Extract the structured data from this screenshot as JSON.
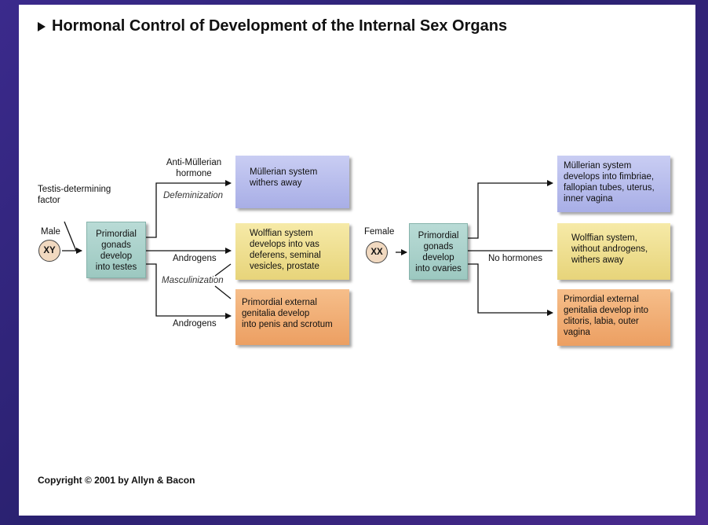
{
  "title": "Hormonal Control of Development of the Internal Sex Organs",
  "copyright": "Copyright © 2001 by Allyn & Bacon",
  "male": {
    "label": "Male",
    "chromosomes": "XY",
    "tdf_label_1": "Testis-determining",
    "tdf_label_2": "factor",
    "gonad_box": [
      "Primordial",
      "gonads",
      "develop",
      "into testes"
    ],
    "amh_label_1": "Anti-Müllerian",
    "amh_label_2": "hormone",
    "defeminization": "Defeminization",
    "androgens_1": "Androgens",
    "masculinization": "Masculinization",
    "androgens_2": "Androgens",
    "mullerian_box": [
      "Müllerian system",
      "withers away"
    ],
    "wolffian_box": [
      "Wolffian system",
      "develops into vas",
      "deferens, seminal",
      "vesicles, prostate"
    ],
    "external_box": [
      "Primordial external",
      "genitalia develop",
      "into penis and scrotum"
    ]
  },
  "female": {
    "label": "Female",
    "chromosomes": "XX",
    "gonad_box": [
      "Primordial",
      "gonads",
      "develop",
      "into ovaries"
    ],
    "no_hormones": "No hormones",
    "mullerian_box": [
      "Müllerian system",
      "develops into fimbriae,",
      "fallopian tubes, uterus,",
      "inner vagina"
    ],
    "wolffian_box": [
      "Wolffian system,",
      "without androgens,",
      "withers away"
    ],
    "external_box": [
      "Primordial external",
      "genitalia develop into",
      "clitoris, labia, outer",
      "vagina"
    ]
  },
  "colors": {
    "gonad": "#a8d0c9",
    "mullerian": "#b8bdee",
    "wolffian": "#efdf92",
    "external": "#f1ad74"
  }
}
